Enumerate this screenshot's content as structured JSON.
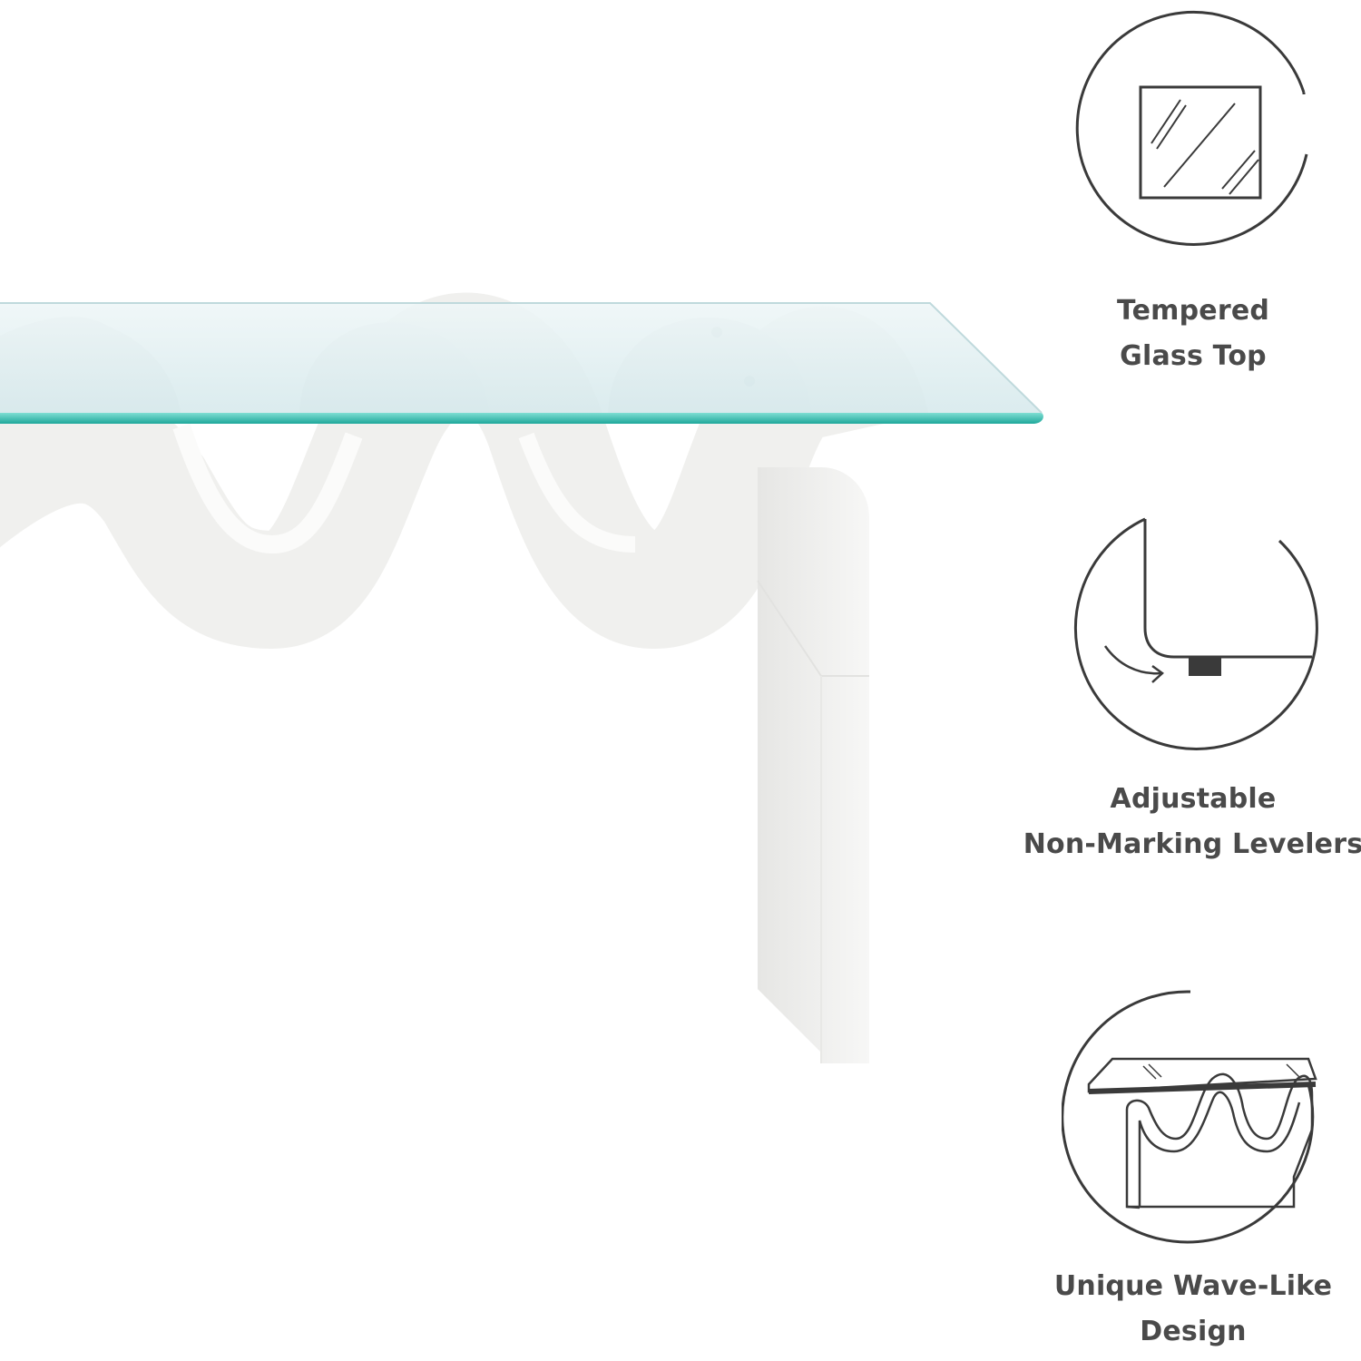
{
  "features": [
    {
      "icon": "tempered-glass-icon",
      "lines": [
        "Tempered",
        "Glass Top"
      ]
    },
    {
      "icon": "leveler-icon",
      "lines": [
        "Adjustable",
        "Non-Marking Levelers"
      ]
    },
    {
      "icon": "wave-design-icon",
      "lines": [
        "Unique Wave-Like",
        "Design"
      ]
    }
  ],
  "colors": {
    "background": "#ffffff",
    "icon_stroke": "#3a3a3a",
    "label_text": "#4a4a4a",
    "glass_top": "#e3f0f2",
    "glass_edge": "#35c1b4",
    "wave_base": "#f0f0ee"
  }
}
